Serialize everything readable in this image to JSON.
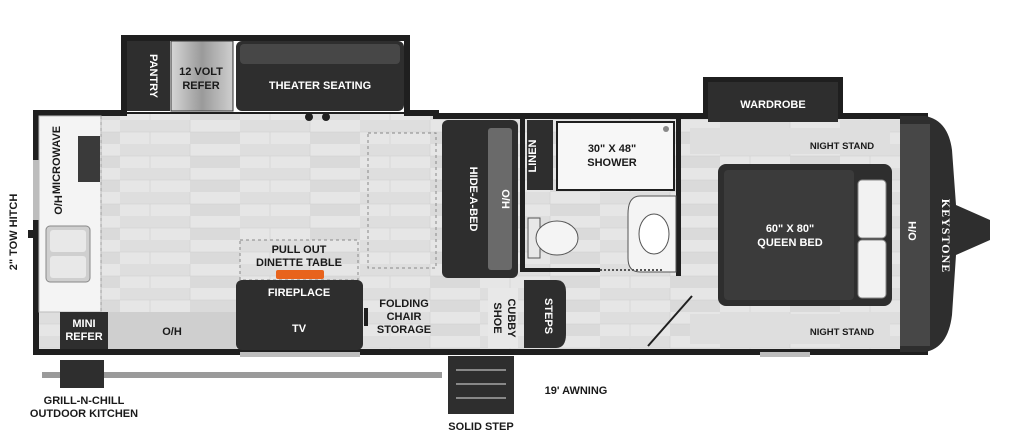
{
  "colors": {
    "wall": "#1f1f1f",
    "dark_furniture": "#2e2e2e",
    "mid_furniture": "#5a5a5a",
    "floor_light": "#e8e8e8",
    "floor_plank": "#d4d4d4",
    "cabinet_grey": "#bdbdbd",
    "fire": "#e8631c"
  },
  "labels": {
    "pantry": "PANTRY",
    "refer_12v_line1": "12 VOLT",
    "refer_12v_line2": "REFER",
    "theater_seating": "THEATER SEATING",
    "microwave": "MICROWAVE",
    "oh_kitchen": "O/H",
    "hide_a_bed": "HIDE-A-BED",
    "oh_hab": "O/H",
    "linen": "LINEN",
    "shower_line1": "30\" X 48\"",
    "shower_line2": "SHOWER",
    "wardrobe": "WARDROBE",
    "night_stand_top": "NIGHT STAND",
    "night_stand_bottom": "NIGHT STAND",
    "queen_line1": "60\" X 80\"",
    "queen_line2": "QUEEN BED",
    "oh_bedroom": "O/H",
    "brand": "KEYSTONE",
    "tow_hitch": "2\" TOW HITCH",
    "dinette_line1": "PULL OUT",
    "dinette_line2": "DINETTE TABLE",
    "fireplace": "FIREPLACE",
    "tv": "TV",
    "folding_line1": "FOLDING",
    "folding_line2": "CHAIR",
    "folding_line3": "STORAGE",
    "shoe_line1": "SHOE",
    "shoe_line2": "CUBBY",
    "steps": "STEPS",
    "mini_refer_line1": "MINI",
    "mini_refer_line2": "REFER",
    "oh_front": "O/H",
    "awning": "19' AWNING",
    "outdoor_kitchen_line1": "GRILL-N-CHILL",
    "outdoor_kitchen_line2": "OUTDOOR  KITCHEN",
    "solid_step": "SOLID STEP"
  }
}
